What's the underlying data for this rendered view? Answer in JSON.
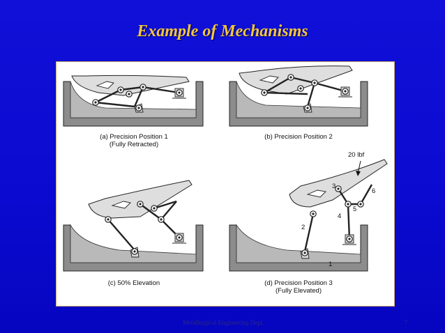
{
  "slide": {
    "title": "Example of Mechanisms",
    "footer_left": "",
    "footer_center": "Metallurgical Engineering Dept.",
    "page_number": "7"
  },
  "figure": {
    "panels": [
      {
        "caption_line1": "(a) Precision Position 1",
        "caption_line2": "(Fully Retracted)"
      },
      {
        "caption_line1": "(b) Precision Position 2",
        "caption_line2": ""
      },
      {
        "caption_line1": "(c) 50% Elevation",
        "caption_line2": ""
      },
      {
        "caption_line1": "(d) Precision Position 3",
        "caption_line2": "(Fully Elevated)"
      }
    ],
    "load_label": "20 lbf",
    "link_numbers": [
      "1",
      "2",
      "3",
      "4",
      "5",
      "6"
    ]
  },
  "colors": {
    "background": "#0a0ad0",
    "title": "#f3c63c",
    "ground_fill": "#8a8a8a",
    "link_fill": "#d8d8d8"
  }
}
